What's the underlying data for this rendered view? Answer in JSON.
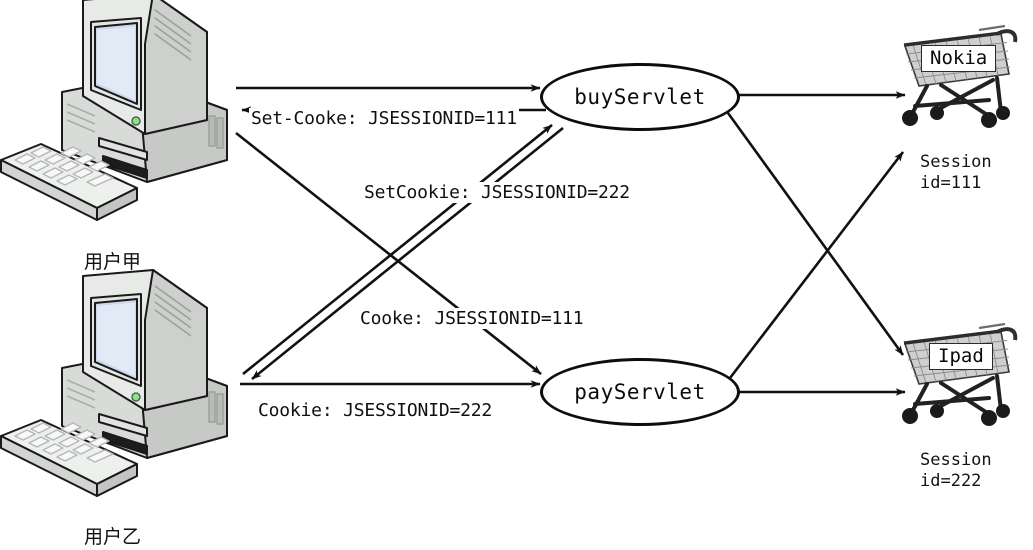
{
  "diagram": {
    "title": "Servlet session cookie flow diagram",
    "background": "#ffffff",
    "line_color": "#111111",
    "text_color": "#111111"
  },
  "users": [
    {
      "id": "user-a",
      "caption": "用户甲",
      "device": "desktop-computer"
    },
    {
      "id": "user-b",
      "caption": "用户乙",
      "device": "desktop-computer"
    }
  ],
  "servlets": [
    {
      "id": "buy-servlet",
      "label": "buyServlet"
    },
    {
      "id": "pay-servlet",
      "label": "payServlet"
    }
  ],
  "carts": [
    {
      "id": "cart-nokia",
      "item": "Nokia",
      "session_line1": "Session",
      "session_line2": "id=111"
    },
    {
      "id": "cart-ipad",
      "item": "Ipad",
      "session_line1": "Session",
      "session_line2": "id=222"
    }
  ],
  "edge_labels": [
    {
      "id": "set-cookie-111",
      "text": "Set-Cooke: JSESSIONID=111"
    },
    {
      "id": "set-cookie-222",
      "text": "SetCookie: JSESSIONID=222"
    },
    {
      "id": "cookie-111",
      "text": "Cooke: JSESSIONID=111"
    },
    {
      "id": "cookie-222",
      "text": "Cookie: JSESSIONID=222"
    }
  ]
}
